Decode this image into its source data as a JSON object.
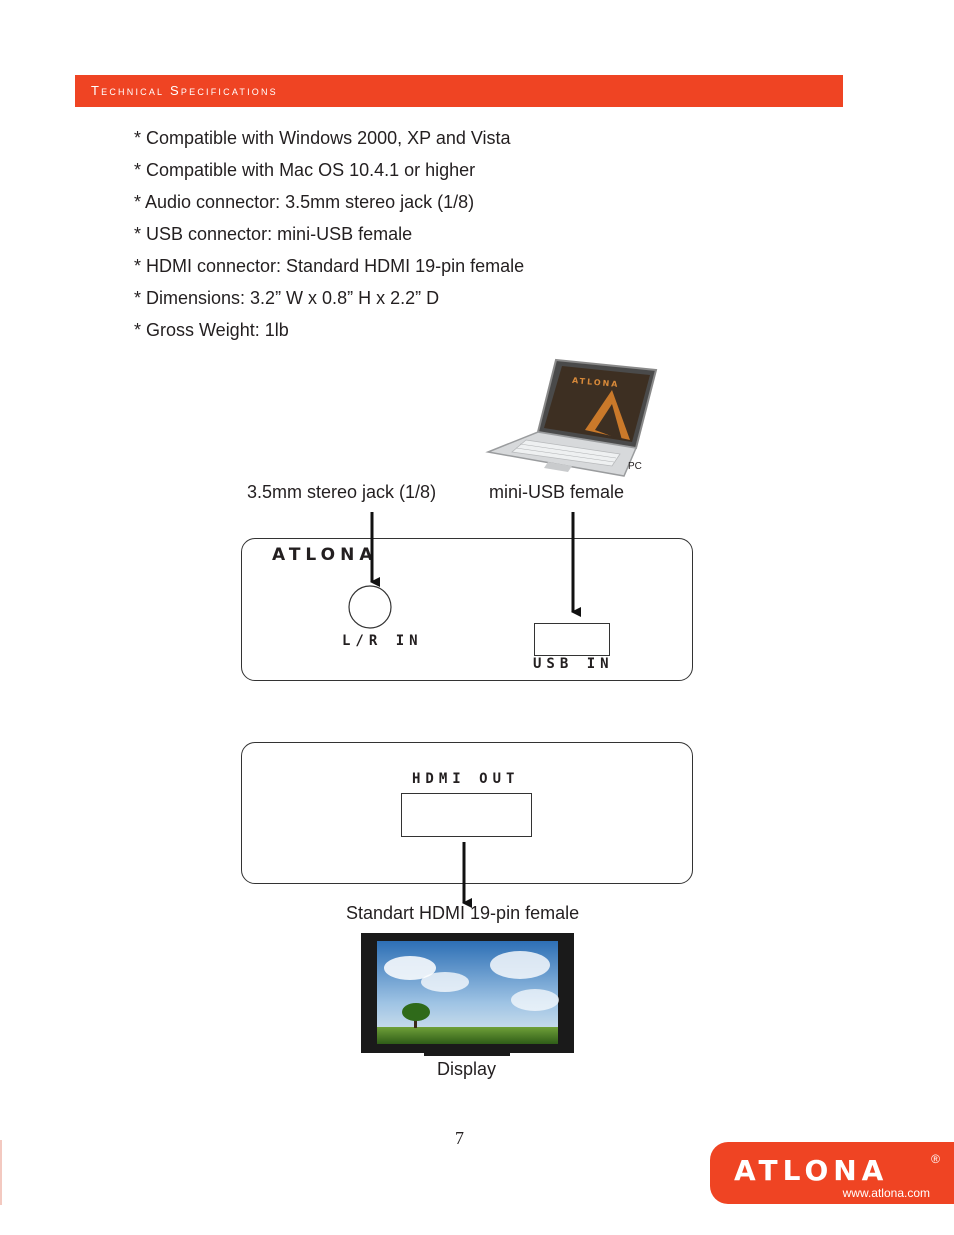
{
  "header": {
    "title": "Technical Specifications"
  },
  "specs": [
    "* Compatible with Windows 2000, XP and Vista",
    "* Compatible with Mac OS 10.4.1 or higher",
    "* Audio connector: 3.5mm stereo jack (1/8)",
    "* USB connector: mini-USB female",
    "* HDMI connector: Standard HDMI 19-pin female",
    "* Dimensions: 3.2” W x 0.8” H x 2.2” D",
    "* Gross Weight: 1lb"
  ],
  "diagram": {
    "pc_label": "PC",
    "laptop_brand": "ATLONA",
    "audio_jack_label": "3.5mm stereo jack (1/8)",
    "usb_label": "mini-USB female",
    "device_brand": "ATLONA",
    "lr_in": "L/R IN",
    "usb_in": "USB IN",
    "hdmi_out": "HDMI OUT",
    "hdmi_cable_label": "Standart HDMI 19-pin female",
    "display_label": "Display"
  },
  "page_number": "7",
  "footer": {
    "brand": "ATLONA",
    "registered": "®",
    "url": "www.atlona.com"
  },
  "colors": {
    "accent": "#ef4423",
    "text": "#231f20"
  }
}
